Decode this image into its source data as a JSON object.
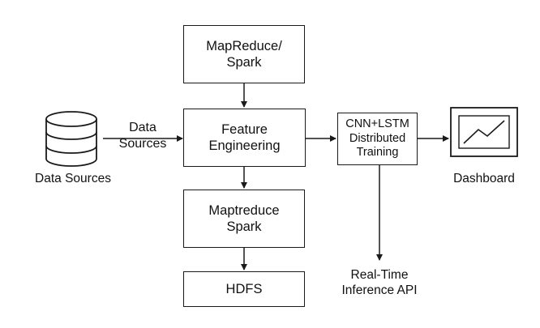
{
  "nodes": {
    "mapreduce_top": [
      "MapReduce/",
      "Spark"
    ],
    "feature_engineering": [
      "Feature",
      "Engineering"
    ],
    "maptreduce_bottom": [
      "Maptreduce",
      "Spark"
    ],
    "hdfs": [
      "HDFS"
    ],
    "training": [
      "CNN+LSTM",
      "Distributed",
      "Training"
    ]
  },
  "labels": {
    "data_sources_caption": "Data Sources",
    "edge_data_sources": [
      "Data",
      "Sources"
    ],
    "dashboard_caption": "Dashboard",
    "inference_api": [
      "Real-Time",
      "Inference API"
    ]
  },
  "icons": {
    "database": "database-icon",
    "dashboard": "line-chart-monitor-icon"
  }
}
